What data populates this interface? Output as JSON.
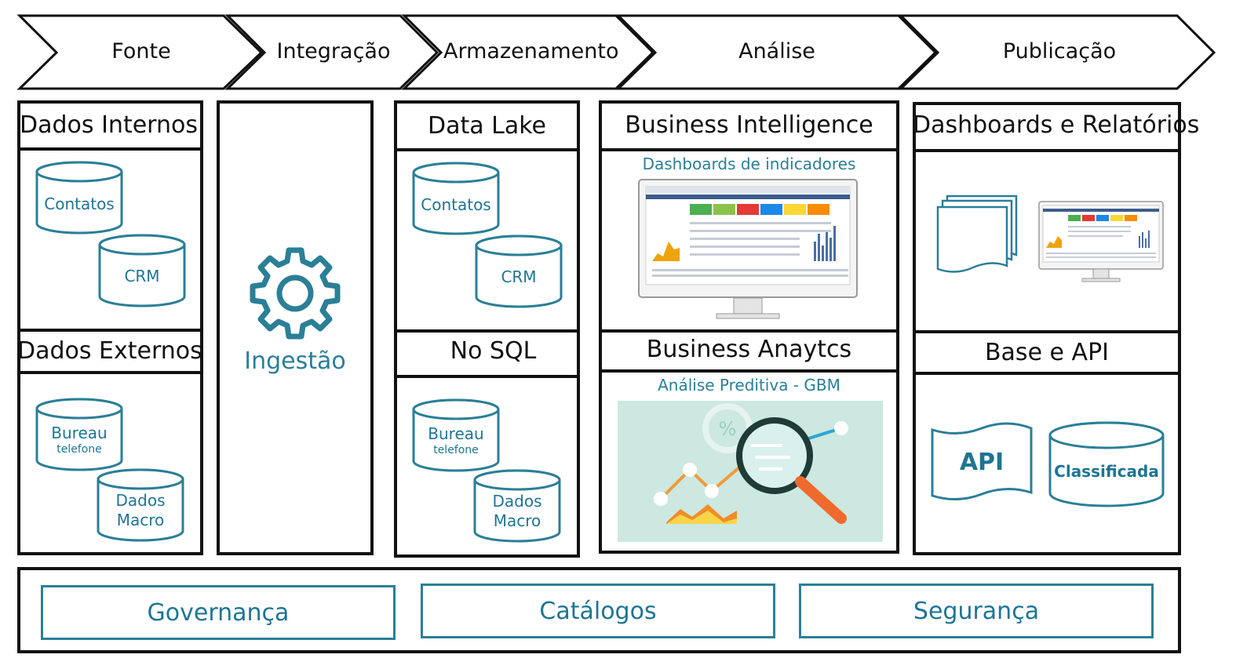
{
  "stages": [
    "Fonte",
    "Integração",
    "Armazenamento",
    "Análise",
    "Publicação"
  ],
  "fonte": {
    "internos_title": "Dados Internos",
    "internos_items": [
      "Contatos",
      "CRM"
    ],
    "externos_title": "Dados Externos",
    "externos_items": [
      {
        "line1": "Bureau",
        "line2": "telefone"
      },
      {
        "line1": "Dados",
        "line2": "Macro"
      }
    ]
  },
  "integracao": {
    "label": "Ingestão",
    "icon": "gear-icon"
  },
  "armazenamento": {
    "lake_title": "Data Lake",
    "lake_items": [
      "Contatos",
      "CRM"
    ],
    "nosql_title": "No SQL",
    "nosql_items": [
      {
        "line1": "Bureau",
        "line2": "telefone"
      },
      {
        "line1": "Dados",
        "line2": "Macro"
      }
    ]
  },
  "analise": {
    "bi_title": "Business Intelligence",
    "bi_sub": "Dashboards de indicadores",
    "ba_title": "Business Anaytcs",
    "ba_sub": "Análise Preditiva - GBM",
    "ba_percent": "%"
  },
  "publicacao": {
    "dash_title": "Dashboards e Relatórios",
    "api_title": "Base e API",
    "api_label": "API",
    "class_label": "Classificada"
  },
  "footer": [
    "Governança",
    "Catálogos",
    "Segurança"
  ],
  "colors": {
    "teal": "#2a7f97",
    "border": "#111111"
  }
}
